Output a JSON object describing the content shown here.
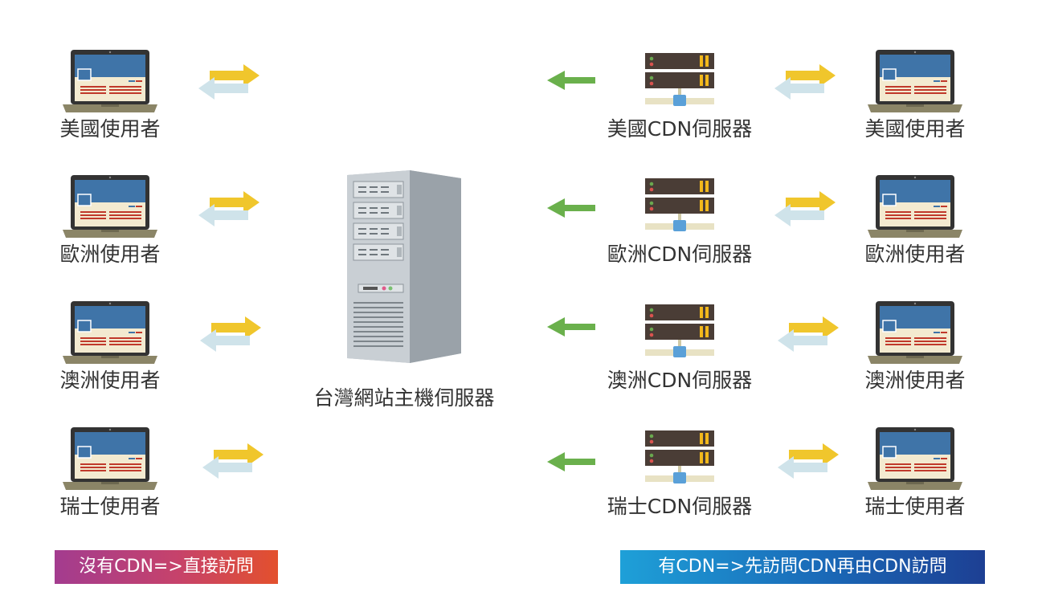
{
  "left_users": [
    "美國使用者",
    "歐洲使用者",
    "澳洲使用者",
    "瑞士使用者"
  ],
  "origin_server": {
    "label": "台灣網站主機伺服器"
  },
  "cdn_servers": [
    "美國CDN伺服器",
    "歐洲CDN伺服器",
    "澳洲CDN伺服器",
    "瑞士CDN伺服器"
  ],
  "right_users": [
    "美國使用者",
    "歐洲使用者",
    "澳洲使用者",
    "瑞士使用者"
  ],
  "banners": {
    "left": "沒有CDN=>直接訪問",
    "right": "有CDN=>先訪問CDN再由CDN訪問"
  },
  "colors": {
    "laptop_screen": "#3f74a8",
    "laptop_frame": "#333333",
    "arrow_yellow": "#f0c62c",
    "arrow_lightblue": "#cfe3ea",
    "arrow_green": "#6ab04c",
    "cdn_body": "#4a3d36",
    "cdn_accent": "#f2b81c"
  }
}
